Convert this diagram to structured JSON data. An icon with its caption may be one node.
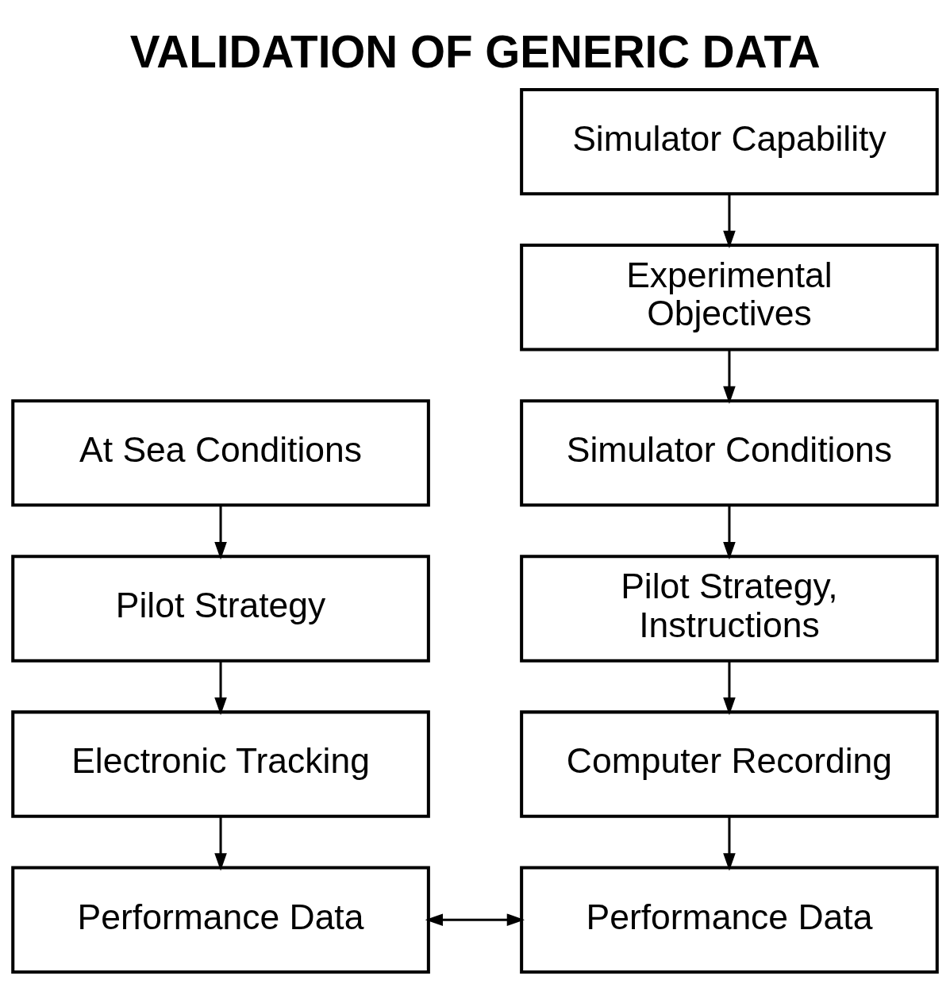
{
  "diagram": {
    "title": "VALIDATION OF GENERIC DATA",
    "nodes": [
      {
        "text": [
          "Simulator Capability"
        ]
      },
      {
        "text": [
          "Experimental Objectives"
        ]
      },
      {
        "text": [
          "At Sea Conditions"
        ]
      },
      {
        "text": [
          "Simulator Conditions"
        ]
      },
      {
        "text": [
          "Pilot Strategy"
        ]
      },
      {
        "text": [
          "Pilot Strategy, Instructions"
        ]
      },
      {
        "text": [
          "Electronic Tracking"
        ]
      },
      {
        "text": [
          "Computer Recording"
        ]
      },
      {
        "text": [
          "Performance Data"
        ]
      },
      {
        "text": [
          "Performance Data"
        ]
      }
    ],
    "edges": [
      {
        "from": 0,
        "to": 1,
        "arrow": "to"
      },
      {
        "from": 1,
        "to": 3,
        "arrow": "to"
      },
      {
        "from": 2,
        "to": 4,
        "arrow": "to"
      },
      {
        "from": 3,
        "to": 5,
        "arrow": "to"
      },
      {
        "from": 4,
        "to": 6,
        "arrow": "to"
      },
      {
        "from": 5,
        "to": 7,
        "arrow": "to"
      },
      {
        "from": 6,
        "to": 8,
        "arrow": "to"
      },
      {
        "from": 7,
        "to": 9,
        "arrow": "to"
      },
      {
        "from": 8,
        "to": 9,
        "arrow": "both"
      }
    ]
  }
}
